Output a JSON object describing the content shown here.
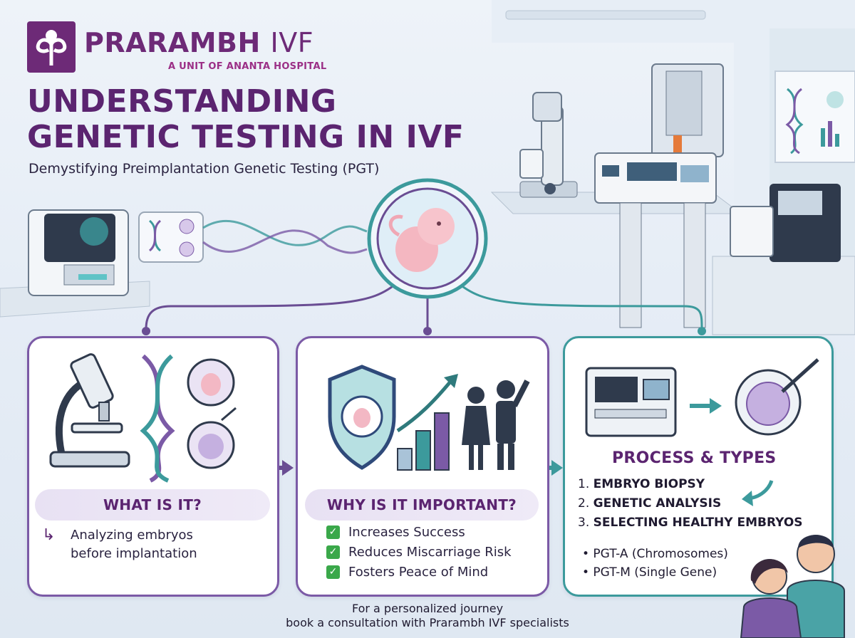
{
  "header": {
    "brand_name": "PRARAMBH",
    "brand_suffix": "IVF",
    "brand_tagline": "A UNIT OF ANANTA HOSPITAL",
    "title_line1": "UNDERSTANDING",
    "title_line2": "GENETIC TESTING IN IVF",
    "subtitle": "Demystifying Preimplantation Genetic Testing (PGT)"
  },
  "panels": {
    "what": {
      "heading": "WHAT IS IT?",
      "arrow_glyph": "↳",
      "text_line1": "Analyzing embryos",
      "text_line2": "before implantation"
    },
    "why": {
      "heading": "WHY IS IT IMPORTANT?",
      "items": [
        "Increases Success",
        "Reduces Miscarriage Risk",
        "Fosters Peace of Mind"
      ],
      "check_glyph": "✓"
    },
    "process": {
      "heading": "PROCESS & TYPES",
      "steps": [
        {
          "num": "1.",
          "label": "EMBRYO BIOPSY"
        },
        {
          "num": "2.",
          "label": "GENETIC ANALYSIS"
        },
        {
          "num": "3.",
          "label": "SELECTING HEALTHY EMBRYOS"
        }
      ],
      "types": [
        "• PGT-A (Chromosomes)",
        "• PGT-M (Single Gene)"
      ]
    }
  },
  "footer": {
    "line1": "For a personalized journey",
    "line2": "book a consultation with Prarambh IVF specialists"
  },
  "colors": {
    "brand_purple": "#6d2a77",
    "accent_magenta": "#9b2f86",
    "teal": "#3c9a9c",
    "check_green": "#3aa84a"
  },
  "icons": [
    "logo-icon",
    "microscope-icon",
    "dna-icon",
    "embryo-icon",
    "shield-icon",
    "growth-chart-icon",
    "family-icon",
    "lab-machine-icon",
    "biopsy-icon",
    "couple-icon",
    "arrow-right-icon"
  ]
}
